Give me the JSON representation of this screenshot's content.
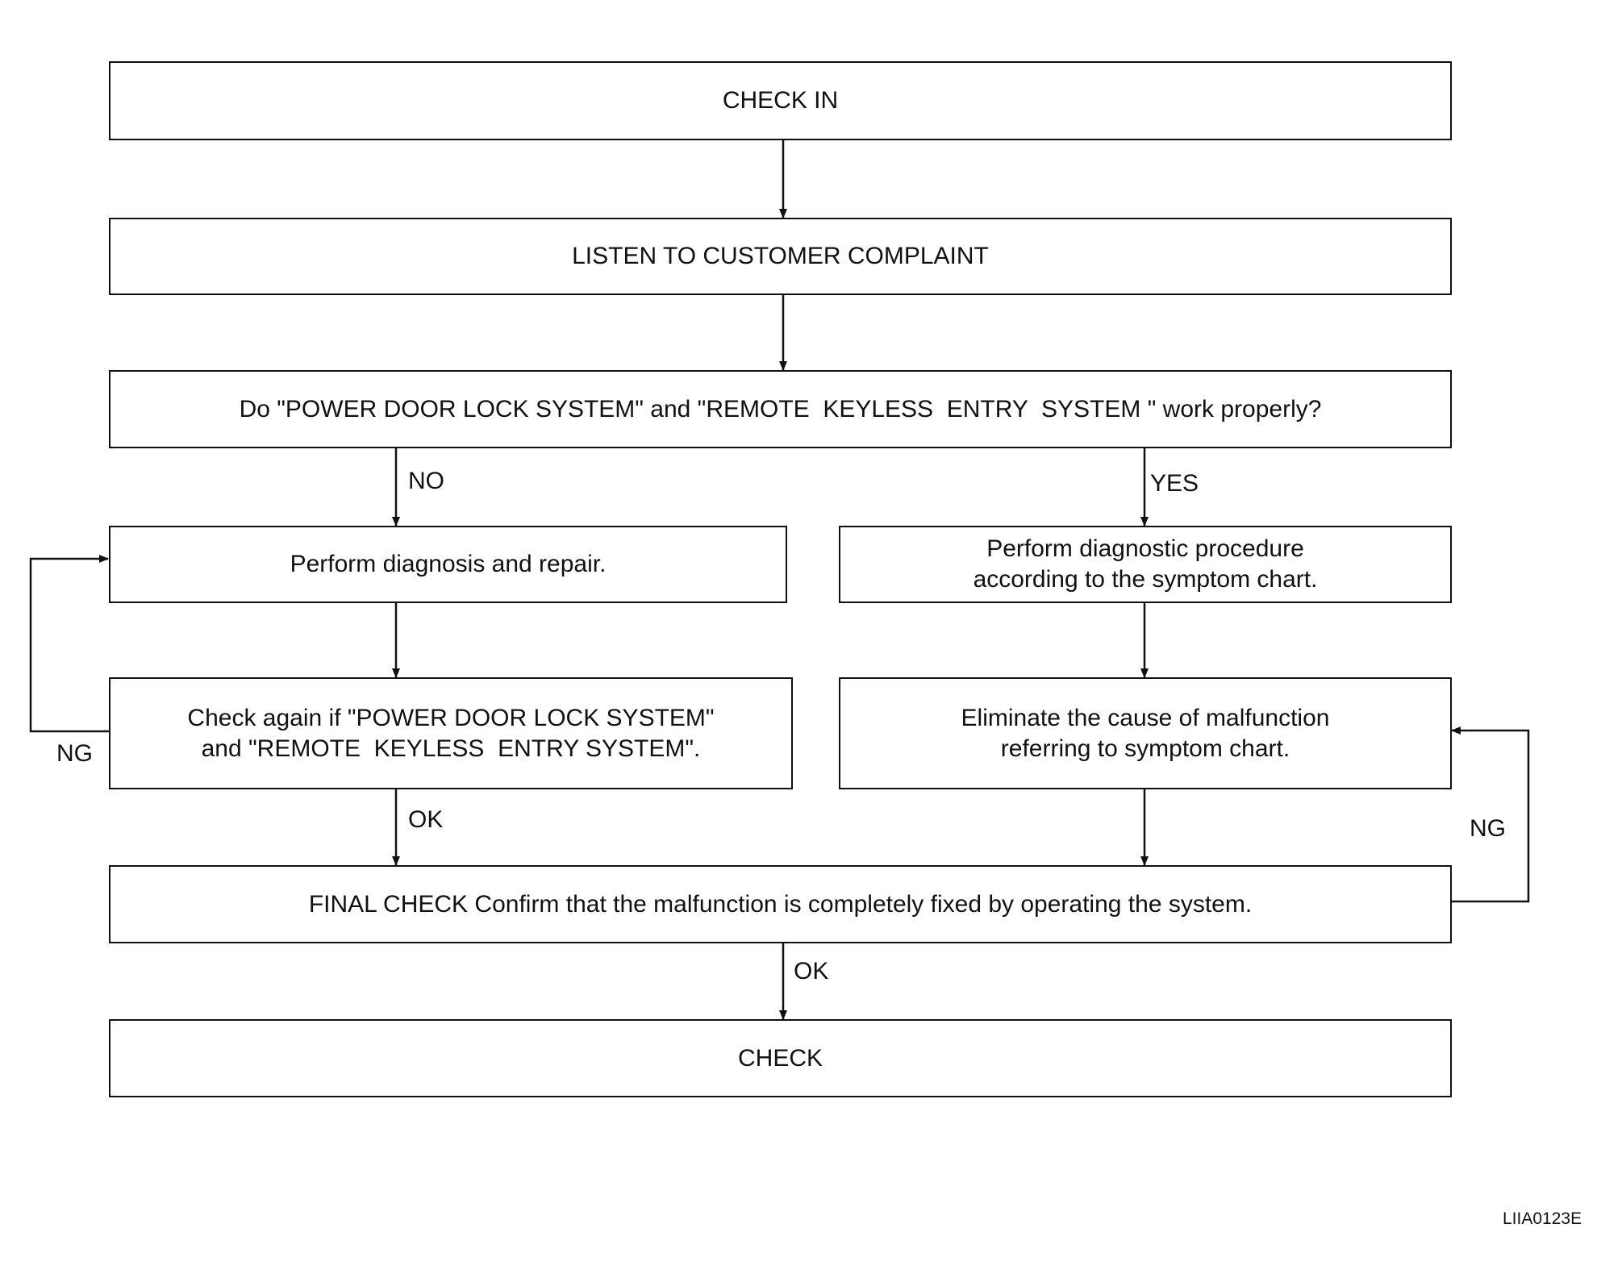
{
  "steps": {
    "check_in": "CHECK IN",
    "listen": "LISTEN TO CUSTOMER COMPLAINT",
    "question": "Do \"POWER DOOR LOCK SYSTEM\" and \"REMOTE  KEYLESS  ENTRY  SYSTEM \" work properly?",
    "diagnosis": "Perform diagnosis and repair.",
    "procedure": [
      "Perform diagnostic procedure",
      "according to the symptom chart."
    ],
    "check_again": [
      "Check again if \"POWER DOOR LOCK SYSTEM\"",
      "and \"REMOTE  KEYLESS  ENTRY SYSTEM\"."
    ],
    "eliminate": [
      "Eliminate the cause of malfunction",
      "referring to symptom chart."
    ],
    "final_check": "FINAL CHECK Confirm that the malfunction is completely fixed by operating the system.",
    "check_out": "CHECK"
  },
  "labels": {
    "no": "NO",
    "yes": "YES",
    "ng_left": "NG",
    "ok_left": "OK",
    "ng_right": "NG",
    "ok_final": "OK"
  },
  "figure_code": "LIIA0123E"
}
